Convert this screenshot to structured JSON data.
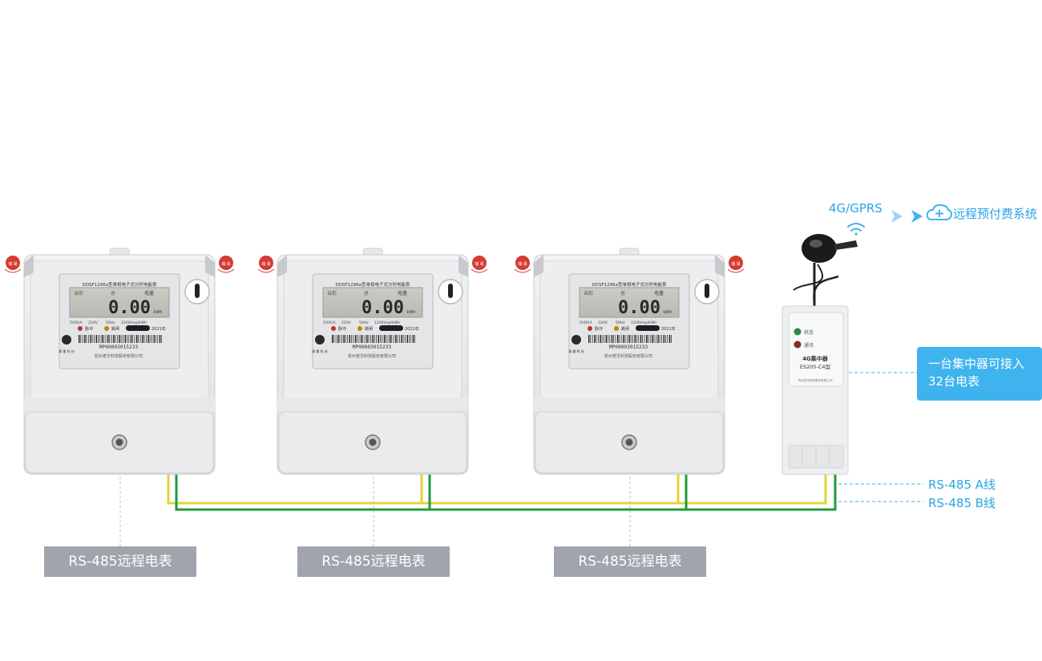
{
  "meters": [
    {
      "model": "DDSF1296a型单相电子式分时电能表",
      "lcd_left": "当前",
      "lcd_mid": "总",
      "lcd_top_right": "电量",
      "reading": "0.00",
      "unit": "kWh",
      "specs": [
        "5(60)A",
        "220V",
        "50Hz",
        "1200imp/kWh"
      ],
      "ind_pulse": "脉冲",
      "ind_trip": "跳闸",
      "year": "2021年",
      "barcode_text": "MP00003015233",
      "maker": "杭州老华科技股份有限公司",
      "brand": "湖 番 科 技",
      "label": "RS-485远程电表"
    },
    {
      "model": "DDSF1296a型单相电子式分时电能表",
      "lcd_left": "当前",
      "lcd_mid": "总",
      "lcd_top_right": "电量",
      "reading": "0.00",
      "unit": "kWh",
      "specs": [
        "5(60)A",
        "220V",
        "50Hz",
        "1200imp/kWh"
      ],
      "ind_pulse": "脉冲",
      "ind_trip": "跳闸",
      "year": "2021年",
      "barcode_text": "MP00003015233",
      "maker": "杭州老华科技股份有限公司",
      "brand": "湖 番 科 技",
      "label": "RS-485远程电表"
    },
    {
      "model": "DDSF1296a型单相电子式分时电能表",
      "lcd_left": "当前",
      "lcd_mid": "总",
      "lcd_top_right": "电量",
      "reading": "0.00",
      "unit": "kWh",
      "specs": [
        "5(60)A",
        "220V",
        "50Hz",
        "1200imp/kWh"
      ],
      "ind_pulse": "脉冲",
      "ind_trip": "跳闸",
      "year": "2021年",
      "barcode_text": "MP00003015233",
      "maker": "杭州老华科技股份有限公司",
      "brand": "湖 番 科 技",
      "label": "RS-485远程电表"
    }
  ],
  "seal_text": "瑞 易",
  "concentrator": {
    "led_status": "状态",
    "led_comm": "通讯",
    "name": "4G集中器",
    "model": "ES205-C4型",
    "maker_small": "杭州老华科技股份有限公司"
  },
  "callout": {
    "line1": "一台集中器可接入",
    "line2": "32台电表"
  },
  "network": {
    "protocol": "4G/GPRS",
    "system": "远程预付费系统"
  },
  "lines": {
    "a": "RS-485 A线",
    "b": "RS-485 B线"
  },
  "colors": {
    "wire_a": "#e3d43a",
    "wire_b": "#1f9a3c",
    "accent": "#3fb3ee",
    "label_bg": "#a0a5ad"
  }
}
